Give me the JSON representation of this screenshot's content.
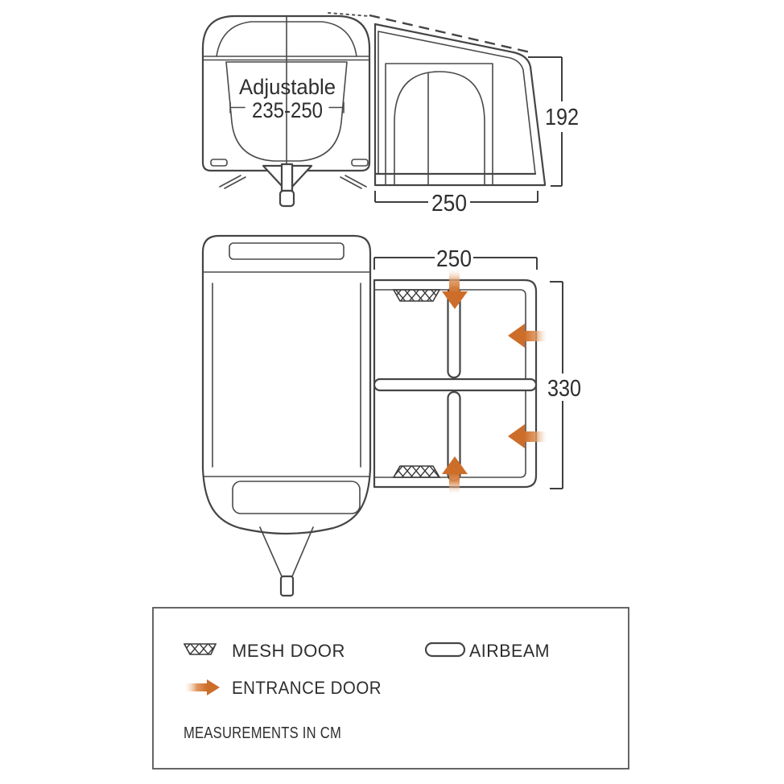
{
  "front_elevation": {
    "adjustable_line1": "Adjustable",
    "adjustable_line2": "235-250"
  },
  "side_elevation": {
    "height": "192",
    "depth": "250"
  },
  "floor_plan": {
    "width": "250",
    "length": "330"
  },
  "legend": {
    "items": [
      {
        "icon": "mesh-door-swatch",
        "label": "MESH DOOR"
      },
      {
        "icon": "airbeam-capsule",
        "label": "AIRBEAM"
      },
      {
        "icon": "entrance-door-arrow",
        "label": "ENTRANCE DOOR"
      }
    ],
    "note": "MEASUREMENTS IN CM"
  },
  "colors": {
    "line": "#454545",
    "text": "#2e2e2e",
    "accent_orange": "#cd6d2a"
  }
}
